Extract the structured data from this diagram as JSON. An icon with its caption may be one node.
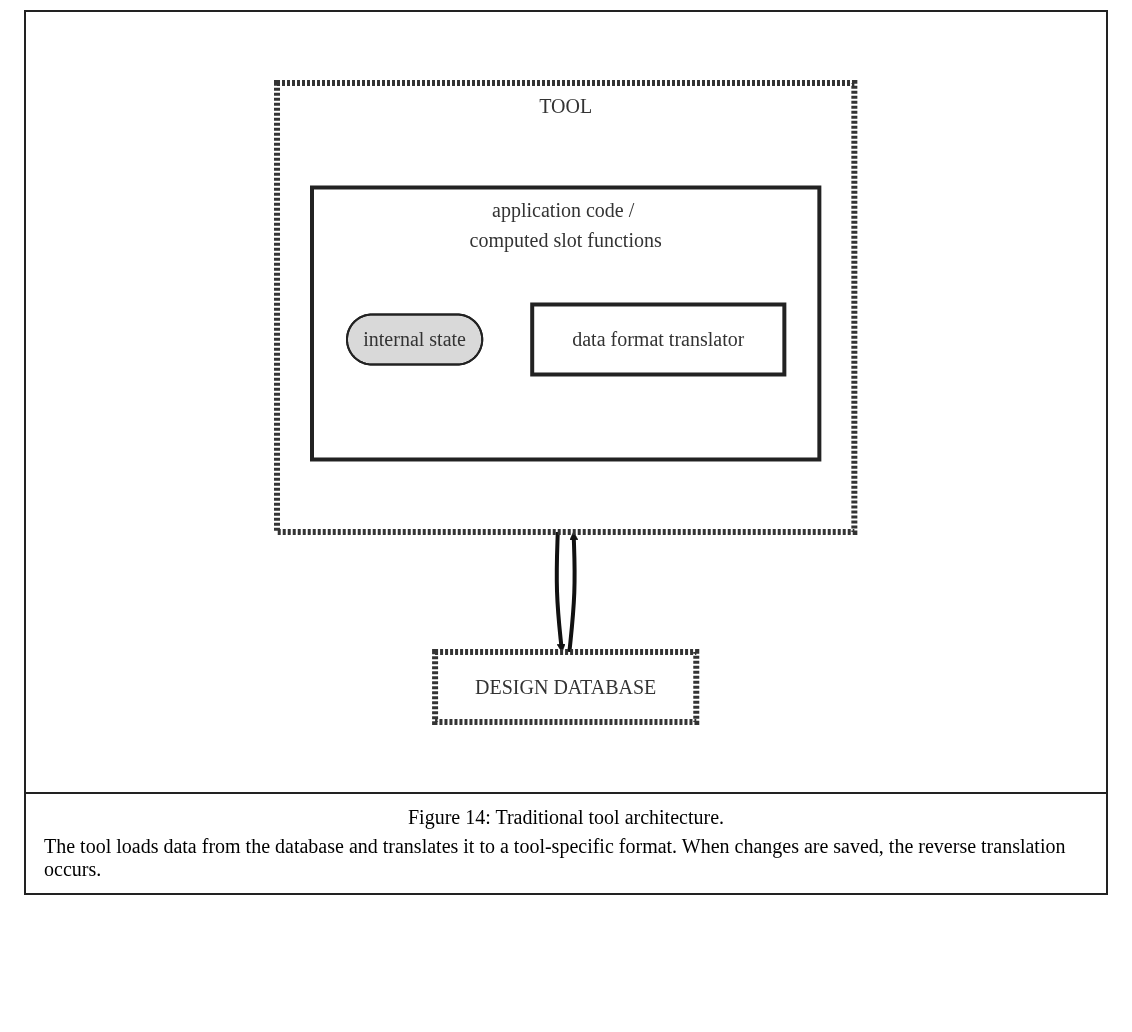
{
  "diagram": {
    "caption": "Figure 14: Traditional tool architecture.",
    "nodes": [
      {
        "text": [
          "TOOL"
        ]
      },
      {
        "text": [
          "application code / computed slot functions"
        ],
        "in": 0
      },
      {
        "text": [
          "internal state"
        ],
        "in": 1
      },
      {
        "text": [
          "data format translator"
        ],
        "in": 1
      },
      {
        "text": [
          "DESIGN DATABASE"
        ]
      }
    ],
    "edges": [
      {
        "from": 4,
        "to": 0,
        "arrow": "to"
      },
      {
        "from": 0,
        "to": 4,
        "arrow": "to"
      }
    ],
    "labels": [
      "The tool loads data from the database and translates it to a tool-specific format. When changes are saved, the reverse translation occurs."
    ]
  }
}
